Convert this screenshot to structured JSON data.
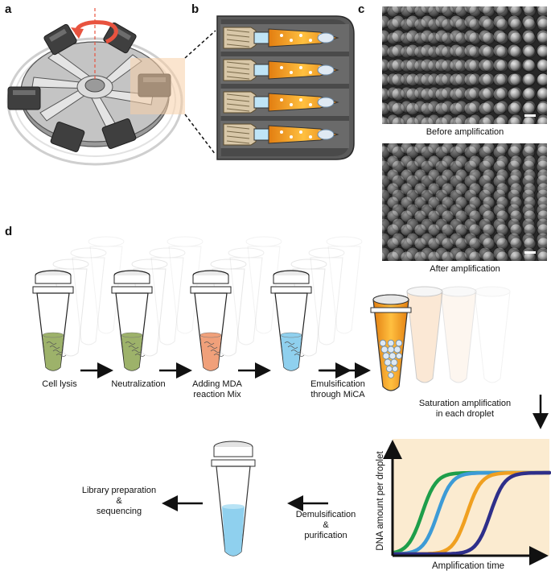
{
  "panels": {
    "a": "a",
    "b": "b",
    "c": "c",
    "d": "d"
  },
  "micrographs": {
    "before_caption": "Before amplification",
    "after_caption": "After amplification"
  },
  "workflow": {
    "steps": [
      {
        "label_lines": [
          "Cell lysis"
        ],
        "liquid": "#9db26a"
      },
      {
        "label_lines": [
          "Neutralization"
        ],
        "liquid": "#9db26a"
      },
      {
        "label_lines": [
          "Adding MDA",
          "reaction Mix"
        ],
        "liquid": "#f0a07a"
      },
      {
        "label_lines": [
          "Emulsification",
          "through MiCA"
        ],
        "liquid": "#8fd0ee"
      }
    ],
    "saturation_lines": [
      "Saturation amplification",
      "in each droplet"
    ],
    "demulsification_lines": [
      "Demulsification",
      "&",
      "purification"
    ],
    "library_lines": [
      "Library preparation",
      "&",
      "sequencing"
    ]
  },
  "colors": {
    "rotor_dark": "#3d3d3d",
    "rotor_mid": "#8a8a8a",
    "orange": "#f3a21f",
    "highlight": "#f7cfa8",
    "arrow_red": "#e8533f",
    "chart_bg": "#fbebd0",
    "liquid_blue": "#8fd0ee"
  },
  "chart_data": {
    "type": "line",
    "xlabel": "Amplification time",
    "ylabel": "DNA amount per droplet",
    "x_ticks": [],
    "y_ticks": [],
    "series": [
      {
        "color": "#1e9e4a",
        "midpoint": 0.18,
        "steepness": 22
      },
      {
        "color": "#3d9bd6",
        "midpoint": 0.28,
        "steepness": 22
      },
      {
        "color": "#f0a020",
        "midpoint": 0.47,
        "steepness": 22
      },
      {
        "color": "#2e2f8a",
        "midpoint": 0.62,
        "steepness": 22
      }
    ]
  }
}
